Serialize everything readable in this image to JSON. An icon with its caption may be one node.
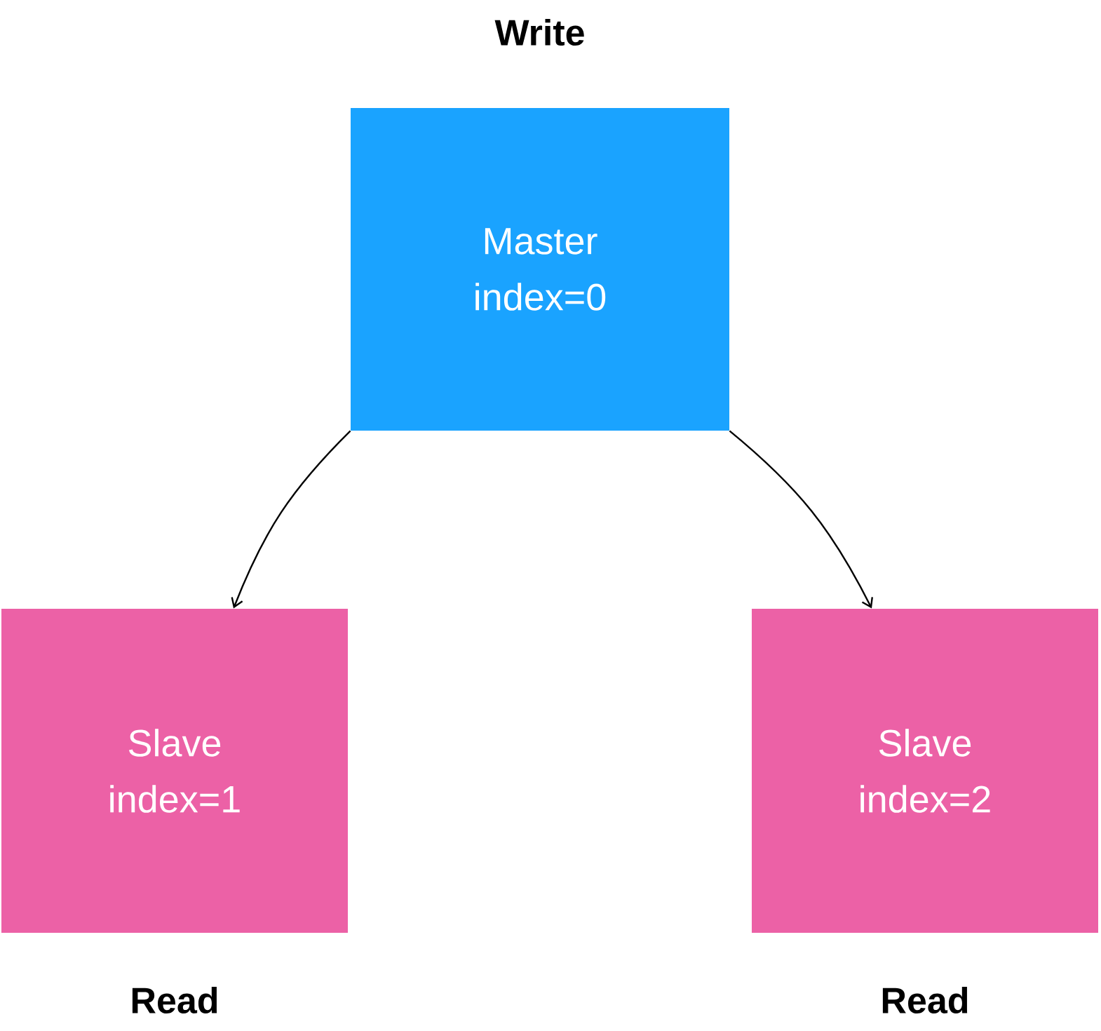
{
  "diagram": {
    "nodes": [
      {
        "text": [
          "Write",
          "Master index=0"
        ]
      },
      {
        "text": [
          "Slave index=1",
          "Read"
        ]
      },
      {
        "text": [
          "Slave index=2",
          "Read"
        ]
      }
    ],
    "edges": [
      {
        "from": 0,
        "to": 1,
        "arrow": "to"
      },
      {
        "from": 0,
        "to": 2,
        "arrow": "to"
      }
    ]
  }
}
